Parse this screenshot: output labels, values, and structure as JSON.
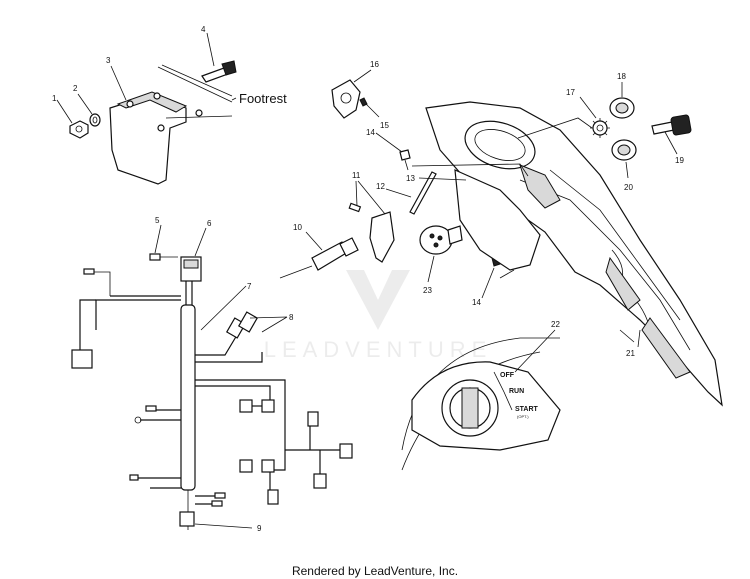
{
  "diagram": {
    "callouts": {
      "c1": "1",
      "c2": "2",
      "c3": "3",
      "c4": "4",
      "c5": "5",
      "c6": "6",
      "c7": "7",
      "c8": "8",
      "c9": "9",
      "c10": "10",
      "c11": "11",
      "c12": "12",
      "c13": "13",
      "c14a": "14",
      "c14b": "14",
      "c15": "15",
      "c16": "16",
      "c17": "17",
      "c18": "18",
      "c19": "19",
      "c20": "20",
      "c21": "21",
      "c22": "22",
      "c23": "23"
    },
    "labels": {
      "footrest": "Footrest",
      "switch_off": "OFF",
      "switch_run": "RUN",
      "switch_start": "START",
      "switch_start_sub": "(OPT.)"
    },
    "watermark": "LEADVENTURE",
    "footer": "Rendered by LeadVenture, Inc."
  }
}
